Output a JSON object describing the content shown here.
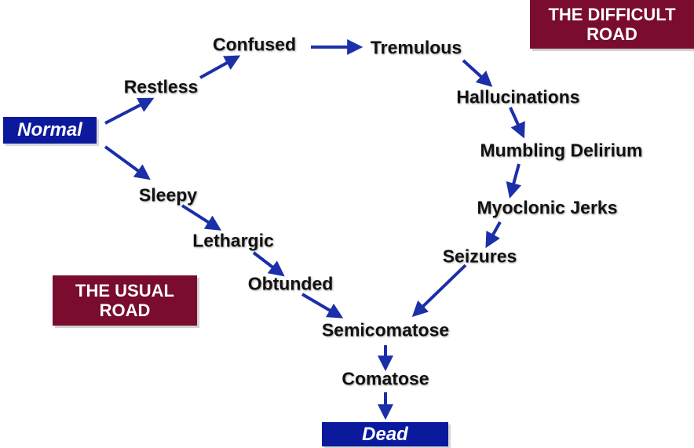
{
  "colors": {
    "arrow": "#1a2fa8",
    "start_end_box": "#0b1a9c",
    "road_box": "#7a0c2e"
  },
  "boxes": {
    "normal": "Normal",
    "dead": "Dead",
    "usual_road": "THE USUAL ROAD",
    "difficult_road": "THE DIFFICULT ROAD"
  },
  "states": {
    "restless": "Restless",
    "confused": "Confused",
    "tremulous": "Tremulous",
    "hallucinations": "Hallucinations",
    "mumbling_delirium": "Mumbling Delirium",
    "myoclonic_jerks": "Myoclonic Jerks",
    "seizures": "Seizures",
    "sleepy": "Sleepy",
    "lethargic": "Lethargic",
    "obtunded": "Obtunded",
    "semicomatose": "Semicomatose",
    "comatose": "Comatose"
  },
  "edges": [
    [
      "normal",
      "restless"
    ],
    [
      "restless",
      "confused"
    ],
    [
      "confused",
      "tremulous"
    ],
    [
      "tremulous",
      "hallucinations"
    ],
    [
      "hallucinations",
      "mumbling_delirium"
    ],
    [
      "mumbling_delirium",
      "myoclonic_jerks"
    ],
    [
      "myoclonic_jerks",
      "seizures"
    ],
    [
      "seizures",
      "semicomatose"
    ],
    [
      "normal",
      "sleepy"
    ],
    [
      "sleepy",
      "lethargic"
    ],
    [
      "lethargic",
      "obtunded"
    ],
    [
      "obtunded",
      "semicomatose"
    ],
    [
      "semicomatose",
      "comatose"
    ],
    [
      "comatose",
      "dead"
    ]
  ]
}
